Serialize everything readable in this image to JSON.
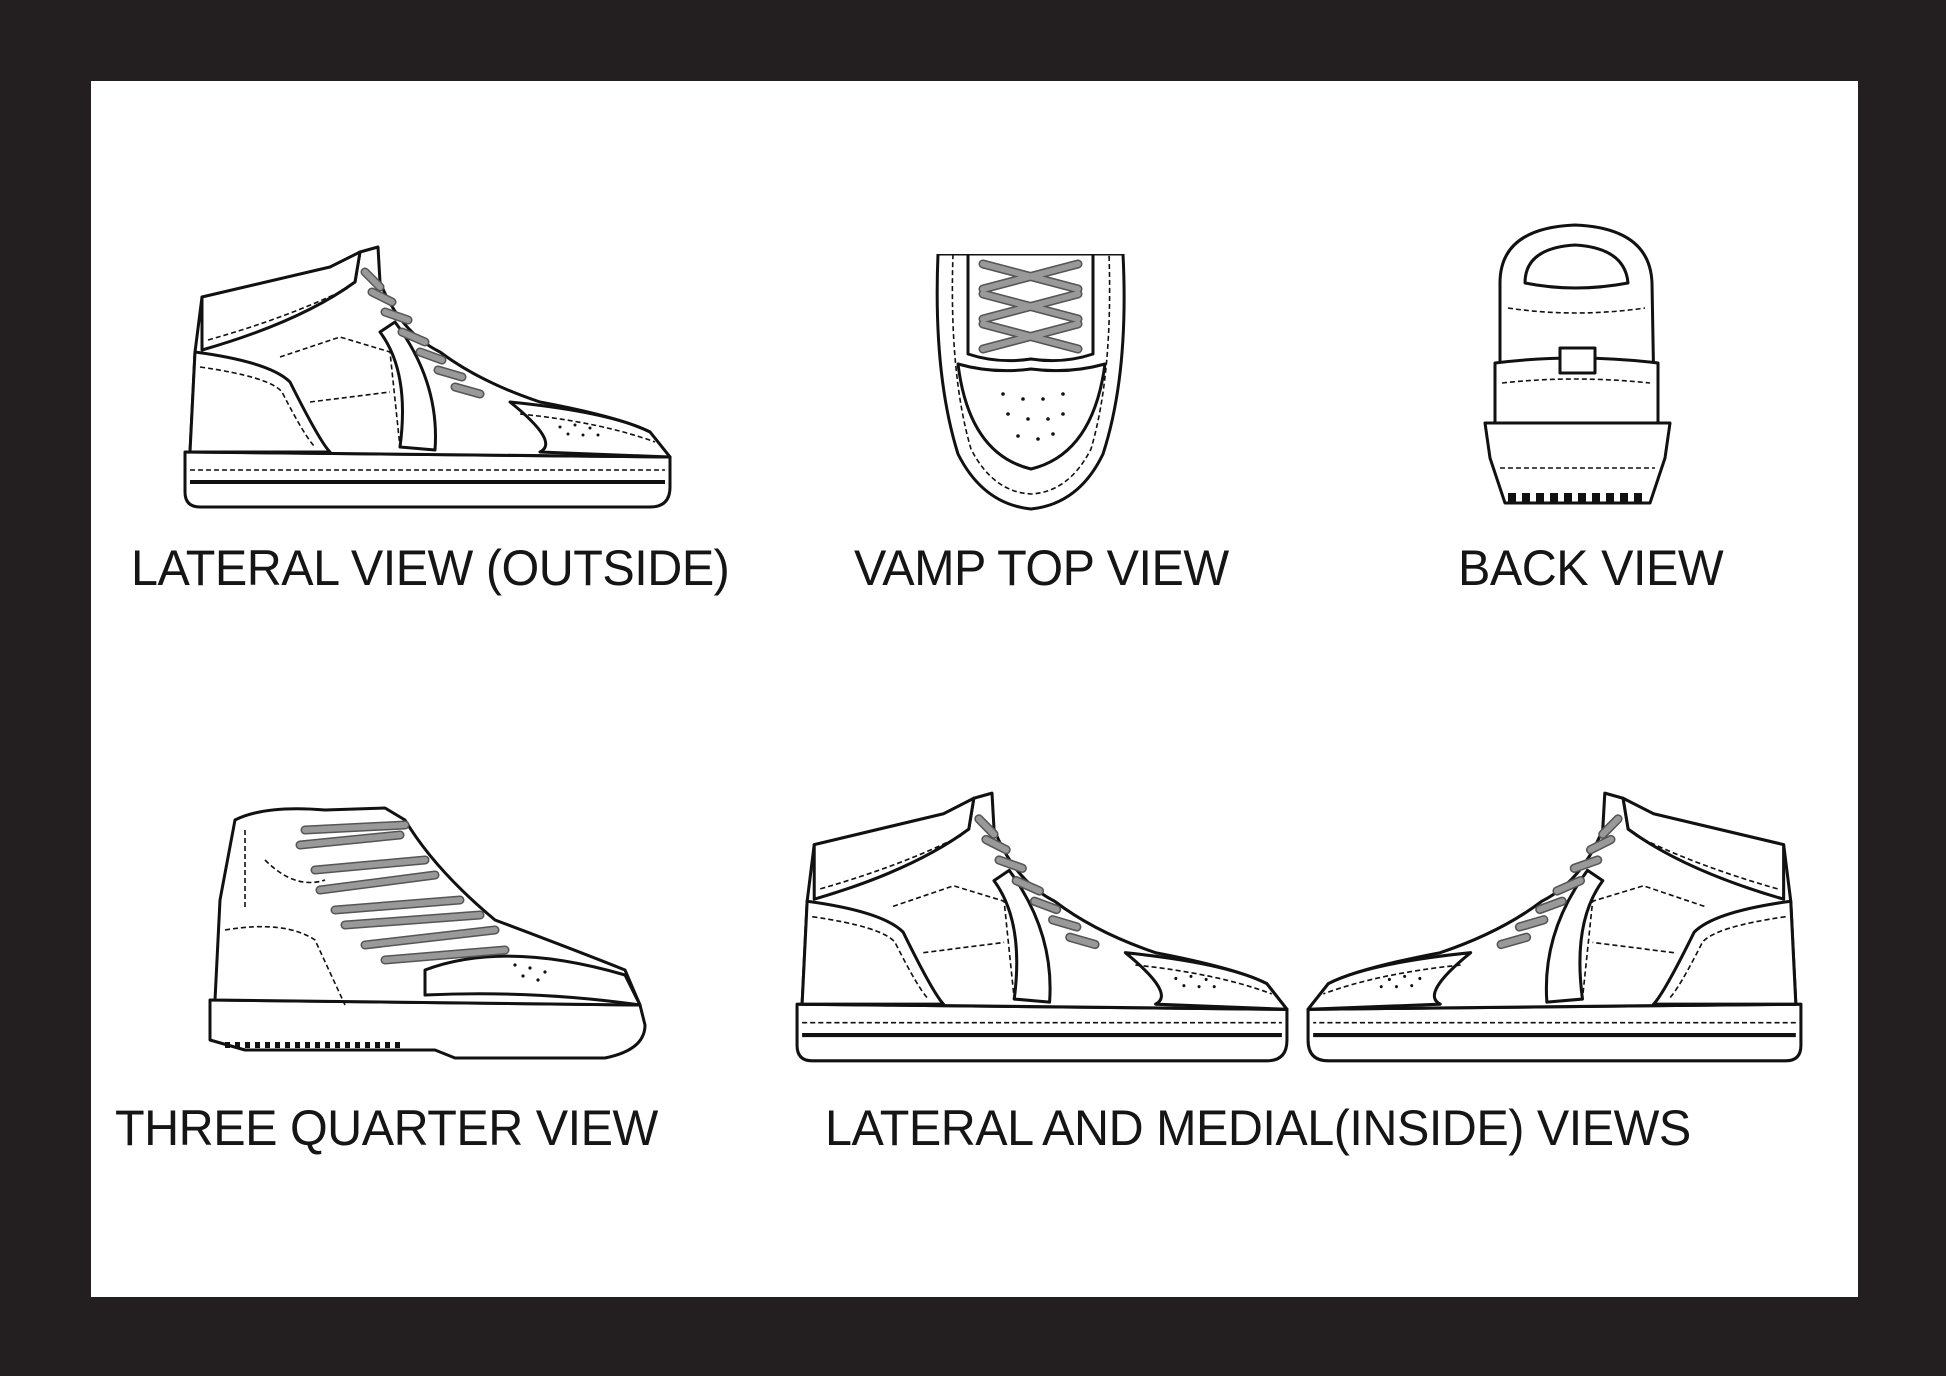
{
  "labels": {
    "lateral": "LATERAL VIEW (OUTSIDE)",
    "vamp": "VAMP TOP VIEW",
    "back": "BACK VIEW",
    "three_quarter": "THREE QUARTER VIEW",
    "lateral_medial": "LATERAL AND MEDIAL(INSIDE) VIEWS"
  },
  "colors": {
    "frame": "#231f20",
    "sheet": "#ffffff",
    "lace": "#999999"
  }
}
